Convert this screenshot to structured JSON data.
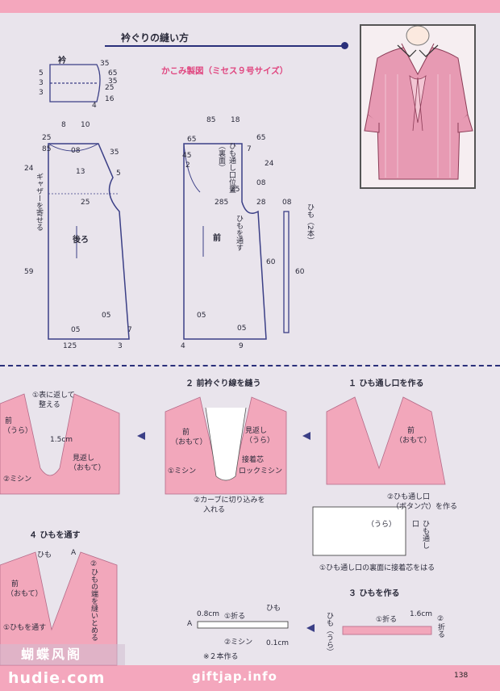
{
  "header": {
    "title": "衿ぐりの縫い方",
    "subtitle": "かこみ製図（ミセス９号サイズ）"
  },
  "collar": {
    "label": "衿",
    "nums": [
      "35",
      "65",
      "5",
      "3",
      "3",
      "25",
      "35",
      "16",
      "4"
    ],
    "bottom_nums": [
      "8",
      "10"
    ]
  },
  "back": {
    "label": "後ろ",
    "gather_note": "ギャザーを寄せる",
    "nums": [
      "25",
      "85",
      "08",
      "35",
      "24",
      "13",
      "5",
      "25",
      "59",
      "05",
      "05",
      "125",
      "3",
      "7"
    ]
  },
  "front": {
    "label": "前",
    "placket_note": "ひも通し口位置（裏面）",
    "tie_note": "ひもを通す",
    "nums": [
      "85",
      "18",
      "65",
      "45",
      "2",
      "25",
      "285",
      "08",
      "28",
      "60",
      "05",
      "05",
      "4",
      "9",
      "65",
      "7",
      "24"
    ]
  },
  "tie": {
    "label": "ひも（2本）",
    "nums": [
      "08",
      "60"
    ]
  },
  "steps": {
    "s1": {
      "title": "１ ひも通し口を作る",
      "front": "前",
      "omote": "（おもて）",
      "hole": "②ひも通し口",
      "button": "（ボタン穴）を作る",
      "ura": "（うら）",
      "bottom": "①ひも通し口の裏面に接着芯をはる",
      "side": "ひも通し口"
    },
    "s2": {
      "title": "２ 前衿ぐり線を縫う",
      "front": "前",
      "omote": "（おもて）",
      "facing": "見返し",
      "ura": "（うら）",
      "interface": "接着芯",
      "serger": "ロックミシン",
      "stitch": "①ミシン",
      "clip": "②カーブに切り込みを",
      "clip2": "入れる"
    },
    "s3": {
      "title": "３ ひもを作る",
      "fold1": "①折る",
      "fold2": "②折る",
      "width": "1.6cm",
      "tie_ura": "ひも（うら）",
      "a": "A",
      "fold_tie": "①折る",
      "tie": "ひも",
      "machine": "②ミシン",
      "mm08": "0.8cm",
      "mm01": "0.1cm",
      "note": "※２本作る"
    },
    "s4": {
      "title": "４ ひもを通す",
      "himo": "ひも",
      "a": "A",
      "front": "前",
      "omote": "（おもて）",
      "pass": "①ひもを通す",
      "sew_end": "②ひもの端を縫いとめる"
    },
    "s5": {
      "turn": "①表に返して",
      "turn2": "整える",
      "front": "前",
      "ura": "（うら）",
      "facing": "見返し",
      "omote": "（おもて）",
      "machine": "②ミシン",
      "width": "1.5cm"
    }
  },
  "footer": {
    "page": "138",
    "watermark_site": "giftjap.info",
    "watermark_left": "hudie.com",
    "watermark_cn": "蝴蝶风阁"
  }
}
